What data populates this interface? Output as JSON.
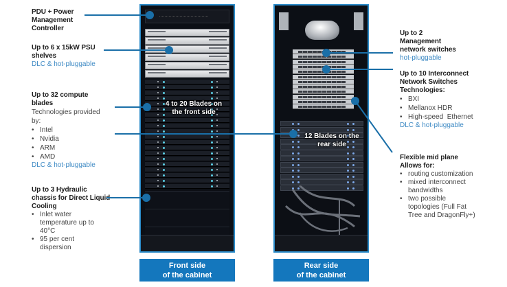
{
  "colors": {
    "accent": "#1477bd",
    "line": "#1a6fa8",
    "text_accent": "#3e8ac4",
    "cabinet_border": "#2a8bc9"
  },
  "left_labels": [
    {
      "title": [
        "PDU + Power",
        "Management",
        "Controller"
      ]
    },
    {
      "title": [
        "Up to 6 x 15kW PSU",
        "shelves"
      ],
      "accent": "DLC & hot-pluggable"
    },
    {
      "title": [
        "Up to 32 compute",
        "blades"
      ],
      "sub": "Technologies provided by:",
      "items": [
        "Intel",
        "Nvidia",
        "ARM",
        "AMD"
      ],
      "accent": "DLC & hot-pluggable"
    },
    {
      "title": [
        "Up to 3 Hydraulic",
        "chassis for Direct Liquid",
        "Cooling"
      ],
      "items": [
        "Inlet water temperature up to 40°C",
        "95 per cent dispersion"
      ]
    }
  ],
  "right_labels": [
    {
      "title": [
        "Up to 2",
        "Management",
        "network switches"
      ],
      "accent": "hot-pluggable"
    },
    {
      "title": [
        "Up to 10 Interconnect",
        "Network Switches",
        "Technologies:"
      ],
      "items": [
        "BXI",
        "Mellanox HDR",
        "High-speed  Ethernet"
      ],
      "accent": "DLC & hot-pluggable"
    },
    {
      "title": [
        "Flexible mid plane",
        "Allows for:"
      ],
      "items": [
        "routing customization",
        "mixed interconnect bandwidths",
        "two possible topologies (Full Fat Tree and DragonFly+)"
      ]
    }
  ],
  "overlays": {
    "front": [
      "4 to 20 Blades on",
      "the front side"
    ],
    "rear": [
      "12 Blades on the",
      "rear side"
    ]
  },
  "captions": {
    "front": [
      "Front side",
      "of the cabinet"
    ],
    "rear": [
      "Rear side",
      "of the cabinet"
    ]
  },
  "counts": {
    "front_psu_shelves_shown": 6,
    "front_blades_shown": 20,
    "rear_switches_shown": 12,
    "rear_blades_shown": 12
  }
}
